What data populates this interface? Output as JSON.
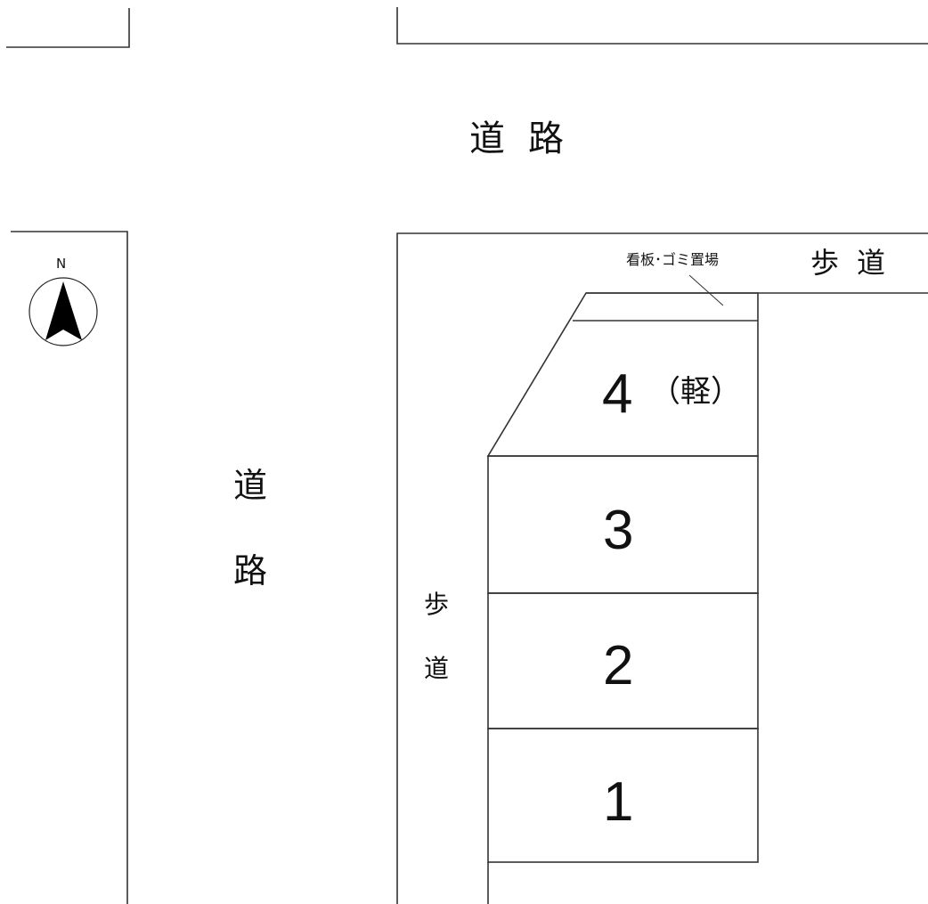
{
  "map": {
    "road_top_label": "道路",
    "road_left_label": [
      "道",
      "路"
    ],
    "sidewalk_top_label": "歩道",
    "sidewalk_left_label": [
      "歩",
      "道"
    ],
    "sign_garbage_label": "看板･ゴミ置場",
    "north_label": "N",
    "line_color": "#333333",
    "lots": [
      {
        "number": "4",
        "note": "（軽）"
      },
      {
        "number": "3",
        "note": ""
      },
      {
        "number": "2",
        "note": ""
      },
      {
        "number": "1",
        "note": ""
      }
    ]
  }
}
